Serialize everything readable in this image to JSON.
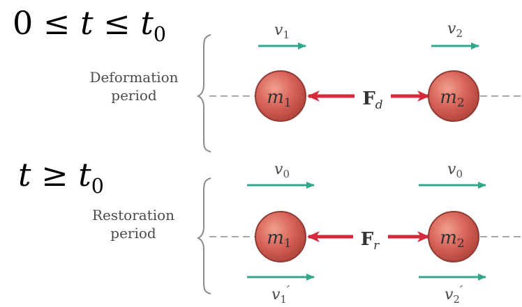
{
  "deformation": {
    "condition": {
      "prefix": "0 ≤ ",
      "var": "t",
      "mid": " ≤ ",
      "var2": "t",
      "sub": "0"
    },
    "label_line1": "Deformation",
    "label_line2": "period",
    "v1": "v",
    "v1_sub": "1",
    "v2": "v",
    "v2_sub": "2",
    "force": "F",
    "force_sub": "d",
    "m1": "m",
    "m1_sub": "1",
    "m2": "m",
    "m2_sub": "2"
  },
  "restoration": {
    "condition": {
      "var": "t",
      "mid": " ≥ ",
      "var2": "t",
      "sub": "0"
    },
    "label_line1": "Restoration",
    "label_line2": "period",
    "v_top_left": "v",
    "v_top_left_sub": "0",
    "v_top_right": "v",
    "v_top_right_sub": "0",
    "v_bot_left": "v",
    "v_bot_left_sub": "1",
    "v_bot_left_prime": "′",
    "v_bot_right": "v",
    "v_bot_right_sub": "2",
    "v_bot_right_prime": "′",
    "force": "F",
    "force_sub": "r",
    "m1": "m",
    "m1_sub": "1",
    "m2": "m",
    "m2_sub": "2"
  },
  "colors": {
    "ball_fill": "#d9645a",
    "ball_stroke": "#8e3a33",
    "force_arrow": "#d42a3c",
    "velocity_arrow": "#2fa889",
    "dashed_line": "#a8a8a8",
    "brace": "#8a8a8a"
  }
}
